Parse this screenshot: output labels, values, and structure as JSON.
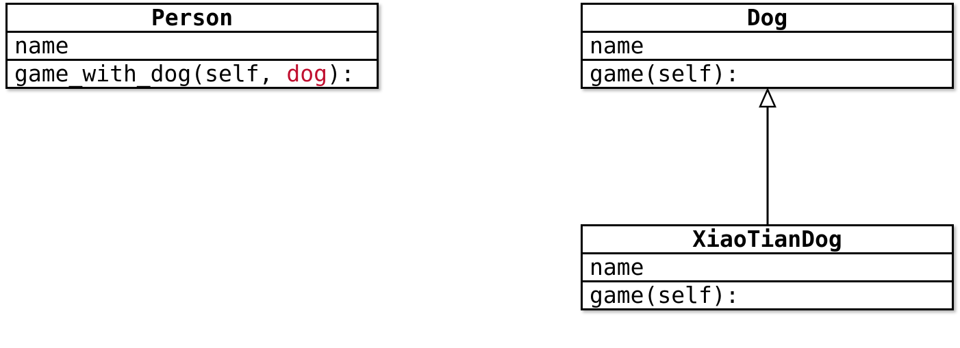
{
  "diagram_type": "uml-class-diagram",
  "colors": {
    "box_border": "#000000",
    "box_background": "#ffffff",
    "text": "#000000",
    "highlight": "#c00f2f"
  },
  "classes": [
    {
      "title": "Person",
      "attr": "name",
      "method": {
        "pre": "game_with_dog(self, ",
        "arg": "dog",
        "post": "):"
      }
    },
    {
      "title": "Dog",
      "attr": "name",
      "method": {
        "pre": "game(self):",
        "arg": "",
        "post": ""
      }
    },
    {
      "title": "XiaoTianDog",
      "attr": "name",
      "method": {
        "pre": "game(self):",
        "arg": "",
        "post": ""
      }
    }
  ],
  "relations": [
    {
      "type": "inheritance",
      "from": "XiaoTianDog",
      "to": "Dog"
    }
  ]
}
